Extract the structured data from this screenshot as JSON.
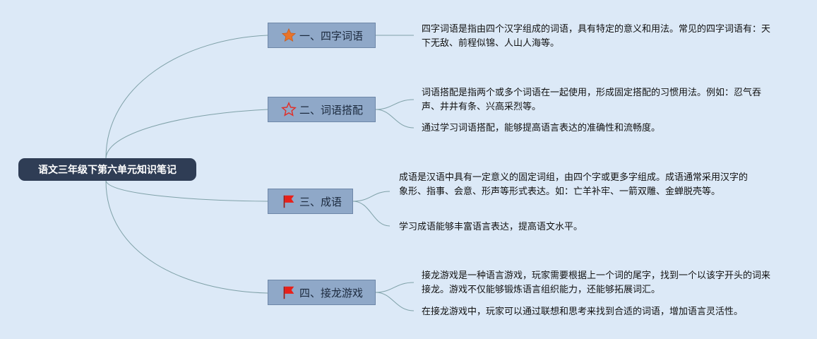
{
  "root": {
    "label": "语文三年级下第六单元知识笔记"
  },
  "topics": [
    {
      "label": "一、四字词语",
      "icon": "star-filled-icon",
      "color": "#e8742a",
      "leaves": [
        "四字词语是指由四个汉字组成的词语，具有特定的意义和用法。常见的四字词语有：天下无敌、前程似锦、人山人海等。"
      ]
    },
    {
      "label": "二、词语搭配",
      "icon": "star-outline-icon",
      "color": "#e0302a",
      "leaves": [
        "词语搭配是指两个或多个词语在一起使用，形成固定搭配的习惯用法。例如：忍气吞声、井井有条、兴高采烈等。",
        "通过学习词语搭配，能够提高语言表达的准确性和流畅度。"
      ]
    },
    {
      "label": "三、成语",
      "icon": "flag-icon",
      "color": "#e8201a",
      "leaves": [
        "成语是汉语中具有一定意义的固定词组，由四个字或更多字组成。成语通常采用汉字的象形、指事、会意、形声等形式表达。如：亡羊补牢、一箭双雕、金蝉脱壳等。",
        "学习成语能够丰富语言表达，提高语文水平。"
      ]
    },
    {
      "label": "四、接龙游戏",
      "icon": "flag-icon",
      "color": "#e8201a",
      "leaves": [
        "接龙游戏是一种语言游戏，玩家需要根据上一个词的尾字，找到一个以该字开头的词来接龙。游戏不仅能够锻炼语言组织能力，还能够拓展词汇。",
        "在接龙游戏中，玩家可以通过联想和思考来找到合适的词语，增加语言灵活性。"
      ]
    }
  ],
  "colors": {
    "background": "#dce9f7",
    "link": "#7fa1a8",
    "root_fill": "#2f3d55",
    "topic_fill": "#8fa8c8"
  }
}
